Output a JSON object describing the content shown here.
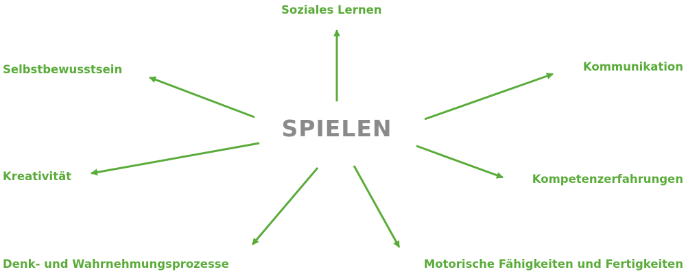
{
  "center": {
    "label": "SPIELEN"
  },
  "nodes": [
    {
      "id": "soziales-lernen",
      "label": "Soziales Lernen"
    },
    {
      "id": "selbstbewusstsein",
      "label": "Selbstbewusstsein"
    },
    {
      "id": "kommunikation",
      "label": "Kommunikation"
    },
    {
      "id": "kreativitaet",
      "label": "Kreativität"
    },
    {
      "id": "kompetenzerfahrungen",
      "label": "Kompetenzerfahrungen"
    },
    {
      "id": "denk-wahrnehmung",
      "label": "Denk- und Wahrnehmungsprozesse"
    },
    {
      "id": "motorik",
      "label": "Motorische Fähigkeiten und Fertigkeiten"
    }
  ],
  "colors": {
    "accent": "#5aac3a",
    "center_text": "#8a8a8a",
    "background": "#ffffff"
  }
}
